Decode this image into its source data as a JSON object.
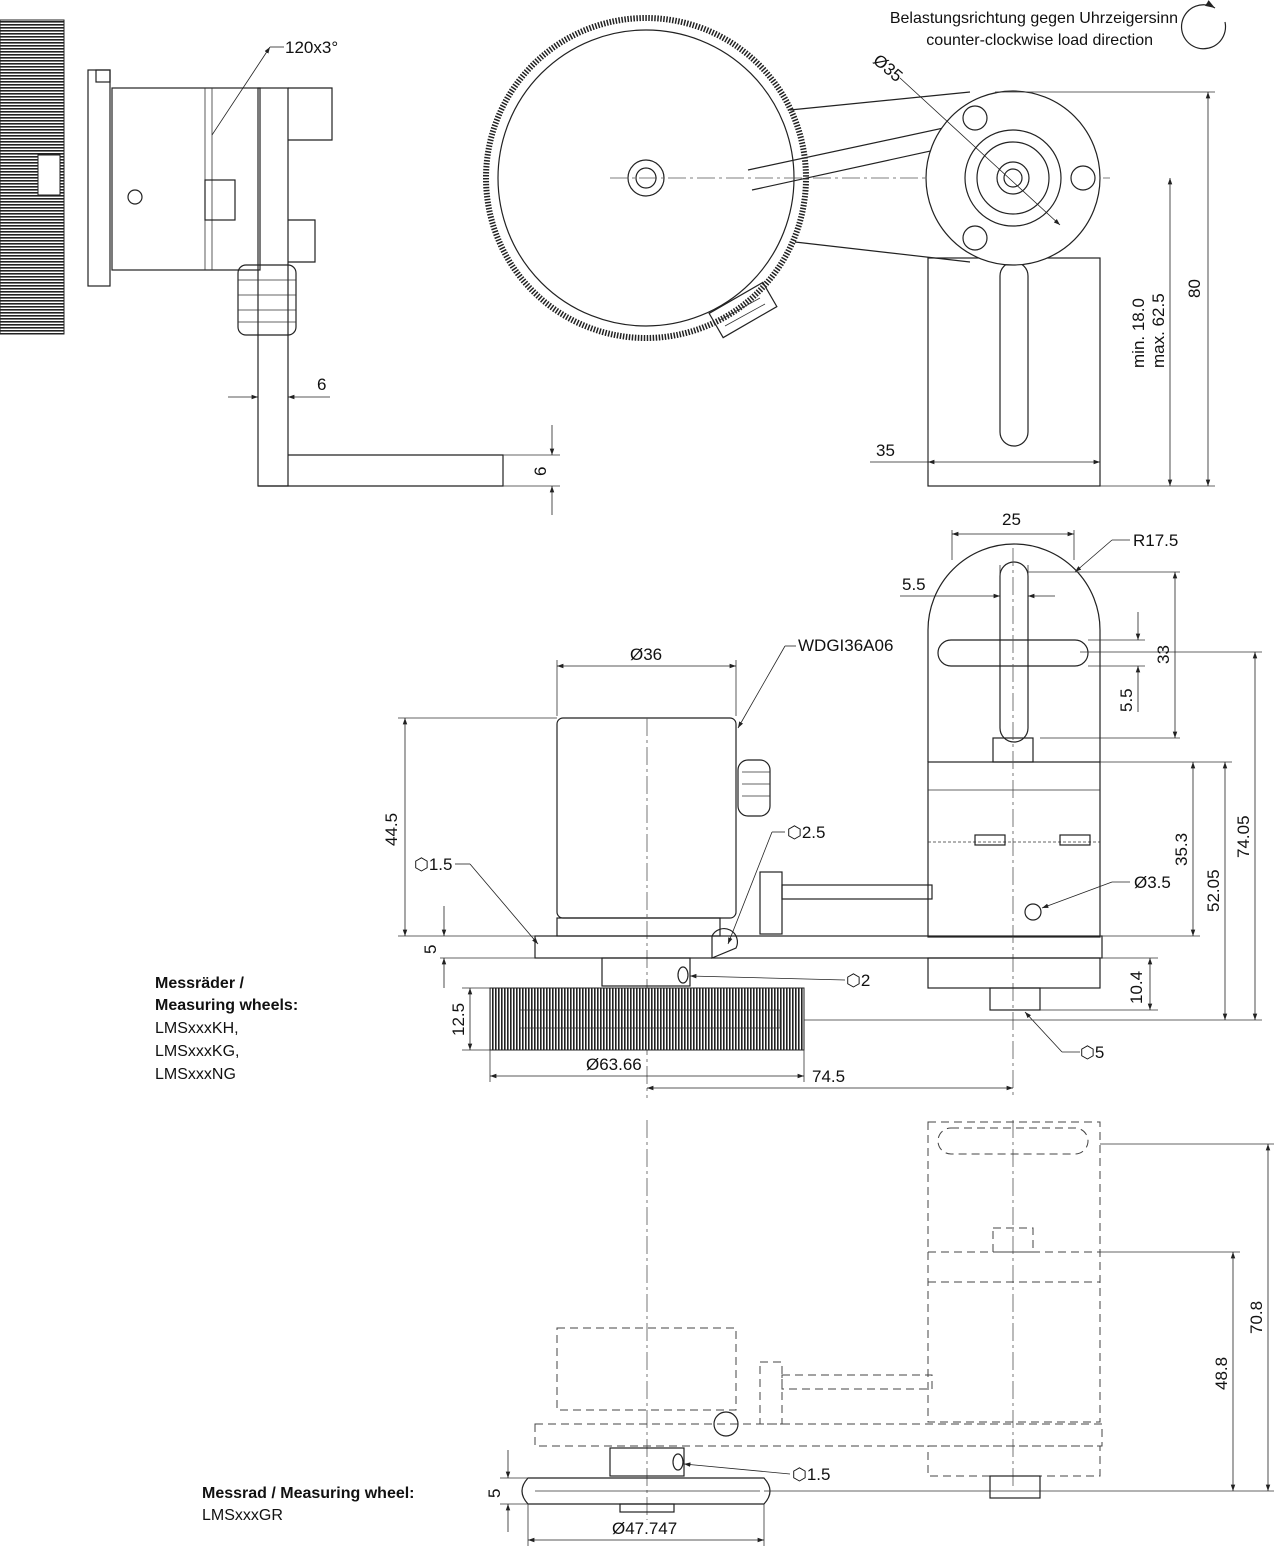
{
  "load_direction": {
    "de": "Belastungsrichtung gegen Uhrzeigersinn",
    "en": "counter-clockwise load direction"
  },
  "dimensions": {
    "thread_120": "120x3°",
    "dia_35": "Ø35",
    "d_6_horizontal": "6",
    "d_6_vertical": "6",
    "d_35": "35",
    "d_80": "80",
    "slot_min": "min. 18.0",
    "slot_max": "max. 62.5",
    "d_25": "25",
    "r_17_5": "R17.5",
    "d_5_5_top": "5.5",
    "d_33": "33",
    "d_5_5_side": "5.5",
    "dia_36": "Ø36",
    "encoder_model": "WDGI36A06",
    "d_44_5": "44.5",
    "hex_2_5": "⬡2.5",
    "hex_1_5_top": "⬡1.5",
    "d_35_3": "35.3",
    "d_74_05": "74.05",
    "d_52_05": "52.05",
    "dia_3_5": "Ø3.5",
    "d_5_top": "5",
    "hex_2": "⬡2",
    "d_10_4": "10.4",
    "d_12_5": "12.5",
    "hex_5": "⬡5",
    "dia_63_66": "Ø63.66",
    "d_74_5": "74.5",
    "d_70_8": "70.8",
    "d_48_8": "48.8",
    "hex_1_5_bottom": "⬡1.5",
    "d_5_bottom": "5",
    "dia_47_747": "Ø47.747"
  },
  "wheels_note": {
    "title1": "Messräder /",
    "title2": "Measuring wheels:",
    "models": [
      "LMSxxxKH,",
      "LMSxxxKG,",
      "LMSxxxNG"
    ]
  },
  "wheel_note_bottom": {
    "title": "Messrad / Measuring wheel:",
    "model": "LMSxxxGR"
  }
}
